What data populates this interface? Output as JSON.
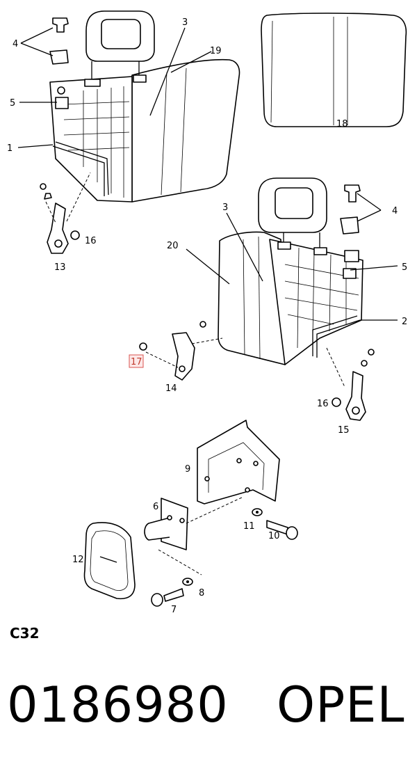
{
  "diagram": {
    "callouts": {
      "c1": "1",
      "c2": "2",
      "c3a": "3",
      "c3b": "3",
      "c4a": "4",
      "c4b": "4",
      "c5a": "5",
      "c5b": "5",
      "c6": "6",
      "c7": "7",
      "c8": "8",
      "c9": "9",
      "c10": "10",
      "c11": "11",
      "c12": "12",
      "c13": "13",
      "c14": "14",
      "c15": "15",
      "c16a": "16",
      "c16b": "16",
      "c17": "17",
      "c18": "18",
      "c19": "19",
      "c20": "20"
    },
    "highlighted_callout": "17",
    "highlight_color": "#d9534f"
  },
  "footer": {
    "ref_code": "C32",
    "part_number": "0186980",
    "brand": "OPEL"
  }
}
